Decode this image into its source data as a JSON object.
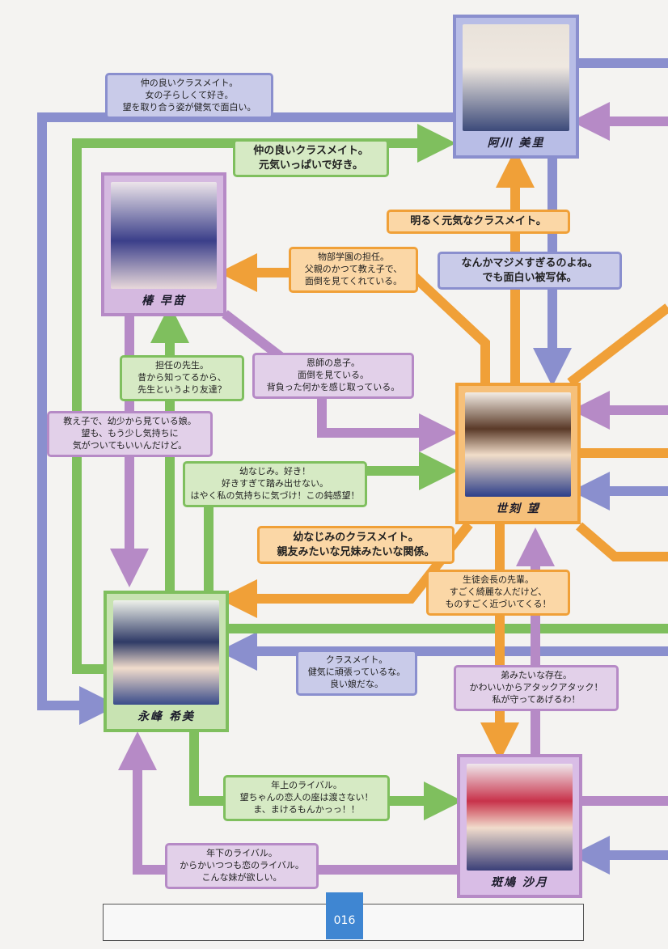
{
  "colors": {
    "blue": "#8a8fce",
    "green": "#7fbf5e",
    "orange": "#f0a038",
    "purple": "#b68ac6"
  },
  "characters": {
    "misato": {
      "name": "阿川 美里"
    },
    "sanae": {
      "name": "椿 早苗"
    },
    "nozomu": {
      "name": "世刻 望"
    },
    "kibi": {
      "name": "永峰 希美"
    },
    "satsuki": {
      "name": "斑鳩 沙月"
    }
  },
  "relations": {
    "misato_to_kibi": [
      "仲の良いクラスメイト。",
      "女の子らしくて好き。",
      "望を取り合う姿が健気で面白い。"
    ],
    "kibi_to_misato": [
      "仲の良いクラスメイト。",
      "元気いっぱいで好き。"
    ],
    "nozomu_to_misato": [
      "明るく元気なクラスメイト。"
    ],
    "nozomu_to_sanae": [
      "物部学園の担任。",
      "父親のかつて教え子で、",
      "面倒を見てくれている。"
    ],
    "misato_to_nozomu": [
      "なんかマジメすぎるのよね。",
      "でも面白い被写体。"
    ],
    "kibi_to_sanae": [
      "担任の先生。",
      "昔から知ってるから、",
      "先生というより友達？"
    ],
    "sanae_to_nozomu": [
      "恩師の息子。",
      "面倒を見ている。",
      "背負った何かを感じ取っている。"
    ],
    "sanae_to_kibi": [
      "教え子で、幼少から見ている娘。",
      "望も、もう少し気持ちに",
      "気がついてもいいんだけど。"
    ],
    "kibi_to_nozomu": [
      "幼なじみ。好き！",
      "好きすぎて踏み出せない。",
      "はやく私の気持ちに気づけ！この鈍感望！"
    ],
    "nozomu_to_kibi": [
      "幼なじみのクラスメイト。",
      "親友みたいな兄妹みたいな関係。"
    ],
    "nozomu_to_satsuki": [
      "生徒会長の先輩。",
      "すごく綺麗な人だけど、",
      "ものすごく近づいてくる！"
    ],
    "misato_to_kibi2": [
      "クラスメイト。",
      "健気に頑張っているな。",
      "良い娘だな。"
    ],
    "satsuki_to_nozomu": [
      "弟みたいな存在。",
      "かわいいからアタックアタック！",
      "私が守ってあげるわ！"
    ],
    "kibi_to_satsuki": [
      "年上のライバル。",
      "望ちゃんの恋人の座は渡さない！",
      "ま、まけるもんかっっ！！"
    ],
    "satsuki_to_kibi": [
      "年下のライバル。",
      "からかいつつも恋のライバル。",
      "こんな妹が欲しい。"
    ]
  },
  "page_number": "016"
}
